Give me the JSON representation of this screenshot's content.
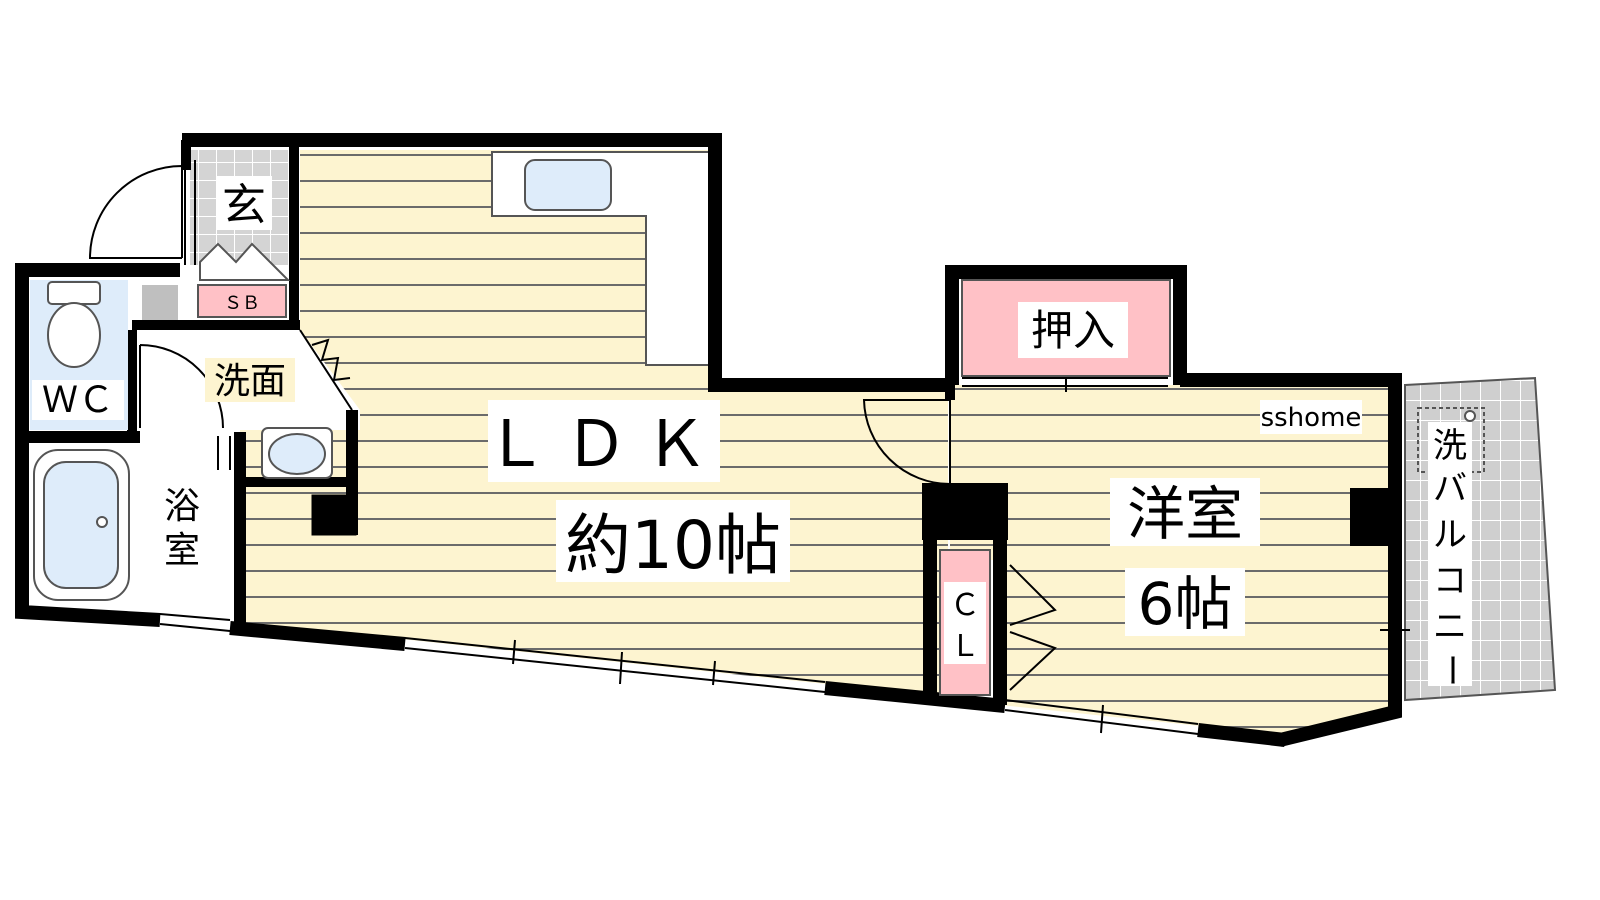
{
  "rooms": {
    "ldk_name": "ＬＤＫ",
    "ldk_size": "約10帖",
    "western_name": "洋室",
    "western_size": "6帖",
    "entrance": "玄",
    "shoe_box": "ＳＢ",
    "washroom": "洗面",
    "wc": "ＷＣ",
    "bath_1": "浴",
    "bath_2": "室",
    "closet_1": "Ｃ",
    "closet_2": "Ｌ",
    "oshiire": "押入"
  },
  "balcony": {
    "laundry": "洗",
    "chars": [
      "バ",
      "ル",
      "コ",
      "ニ",
      "ー"
    ]
  },
  "watermark": "sshome",
  "colors": {
    "wall": "#000000",
    "floor": "#fdf4d0",
    "floor_line": "#6b6b6b",
    "storage": "#ffc1c6",
    "fixture": "#deecfa",
    "tile": "#d9d9d9"
  }
}
